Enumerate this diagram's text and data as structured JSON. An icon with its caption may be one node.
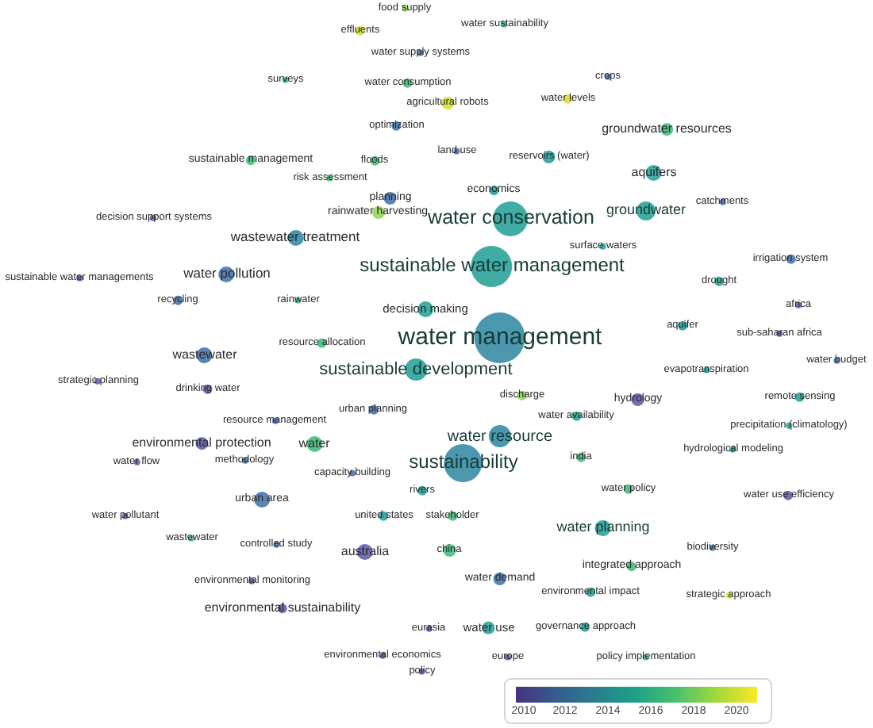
{
  "diagram": {
    "nodes": [
      {
        "text": [
          "food supply"
        ]
      },
      {
        "text": [
          "effluents"
        ]
      },
      {
        "text": [
          "water sustainability"
        ]
      },
      {
        "text": [
          "water supply systems"
        ]
      },
      {
        "text": [
          "crops"
        ]
      },
      {
        "text": [
          "surveys"
        ]
      },
      {
        "text": [
          "water consumption"
        ]
      },
      {
        "text": [
          "agricultural robots"
        ]
      },
      {
        "text": [
          "water levels"
        ]
      },
      {
        "text": [
          "optimization"
        ]
      },
      {
        "text": [
          "groundwater resources"
        ]
      },
      {
        "text": [
          "sustainable management"
        ]
      },
      {
        "text": [
          "floods"
        ]
      },
      {
        "text": [
          "land use"
        ]
      },
      {
        "text": [
          "reservoirs (water)"
        ]
      },
      {
        "text": [
          "economics"
        ]
      },
      {
        "text": [
          "aquifers"
        ]
      },
      {
        "text": [
          "risk assessment"
        ]
      },
      {
        "text": [
          "planning"
        ]
      },
      {
        "text": [
          "rainwater harvesting"
        ]
      },
      {
        "text": [
          "water conservation"
        ]
      },
      {
        "text": [
          "groundwater"
        ]
      },
      {
        "text": [
          "catchments"
        ]
      },
      {
        "text": [
          "decision support systems"
        ]
      },
      {
        "text": [
          "wastewater treatment"
        ]
      },
      {
        "text": [
          "surface waters"
        ]
      },
      {
        "text": [
          "irrigation system"
        ]
      },
      {
        "text": [
          "sustainable water management"
        ]
      },
      {
        "text": [
          "sustainable development"
        ]
      },
      {
        "text": [
          "water pollution"
        ]
      },
      {
        "text": [
          "sustainable water managements"
        ]
      },
      {
        "text": [
          "drought"
        ]
      },
      {
        "text": [
          "decision making"
        ]
      },
      {
        "text": [
          "recycling"
        ]
      },
      {
        "text": [
          "rainwater"
        ]
      },
      {
        "text": [
          "africa"
        ]
      },
      {
        "text": [
          "aquifer"
        ]
      },
      {
        "text": [
          "sub-saharan africa"
        ]
      },
      {
        "text": [
          "water management"
        ]
      },
      {
        "text": [
          "wastewater"
        ]
      },
      {
        "text": [
          "resource allocation"
        ]
      },
      {
        "text": [
          "water budget"
        ]
      },
      {
        "text": [
          "evapotranspiration"
        ]
      },
      {
        "text": [
          "strategic planning"
        ]
      },
      {
        "text": [
          "drinking water"
        ]
      },
      {
        "text": [
          "remote sensing"
        ]
      },
      {
        "text": [
          "discharge"
        ]
      },
      {
        "text": [
          "hydrology"
        ]
      },
      {
        "text": [
          "water availability"
        ]
      },
      {
        "text": [
          "urban planning"
        ]
      },
      {
        "text": [
          "resource management"
        ]
      },
      {
        "text": [
          "precipitation (climatology)"
        ]
      },
      {
        "text": [
          "water resource"
        ]
      },
      {
        "text": [
          "environmental protection"
        ]
      },
      {
        "text": [
          "water"
        ]
      },
      {
        "text": [
          "water flow"
        ]
      },
      {
        "text": [
          "methodology"
        ]
      },
      {
        "text": [
          "sustainability"
        ]
      },
      {
        "text": [
          "hydrological modeling"
        ]
      },
      {
        "text": [
          "india"
        ]
      },
      {
        "text": [
          "capacity building"
        ]
      },
      {
        "text": [
          "water policy"
        ]
      },
      {
        "text": [
          "water use efficiency"
        ]
      },
      {
        "text": [
          "urban area"
        ]
      },
      {
        "text": [
          "rivers"
        ]
      },
      {
        "text": [
          "water pollutant"
        ]
      },
      {
        "text": [
          "united states"
        ]
      },
      {
        "text": [
          "stakeholder"
        ]
      },
      {
        "text": [
          "water planning"
        ]
      },
      {
        "text": [
          "wastewater"
        ]
      },
      {
        "text": [
          "controlled study"
        ]
      },
      {
        "text": [
          "australia"
        ]
      },
      {
        "text": [
          "biodiversity"
        ]
      },
      {
        "text": [
          "china"
        ]
      },
      {
        "text": [
          "integrated approach"
        ]
      },
      {
        "text": [
          "water demand"
        ]
      },
      {
        "text": [
          "environmental monitoring"
        ]
      },
      {
        "text": [
          "environmental impact"
        ]
      },
      {
        "text": [
          "strategic approach"
        ]
      },
      {
        "text": [
          "environmental sustainability"
        ]
      },
      {
        "text": [
          "eurasia"
        ]
      },
      {
        "text": [
          "water use"
        ]
      },
      {
        "text": [
          "governance approach"
        ]
      },
      {
        "text": [
          "environmental economics"
        ]
      },
      {
        "text": [
          "europe"
        ]
      },
      {
        "text": [
          "policy implementation"
        ]
      },
      {
        "text": [
          "policy"
        ]
      }
    ],
    "labels": [
      "2010",
      "2012",
      "2014",
      "2016",
      "2018",
      "2020"
    ]
  }
}
